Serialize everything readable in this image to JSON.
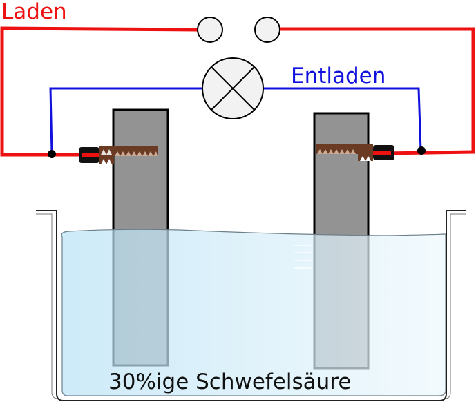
{
  "labels": {
    "charge": "Laden",
    "discharge": "Entladen",
    "electrolyte": "30%ige Schwefelsäure"
  },
  "colors": {
    "charge_wire": "#ee1111",
    "discharge_wire": "#1111dd",
    "electrode": "#939393",
    "electrolyte": "#cfeaf7",
    "clamp": "#6b3a22",
    "lamp_fill": "#f2f2f2"
  }
}
